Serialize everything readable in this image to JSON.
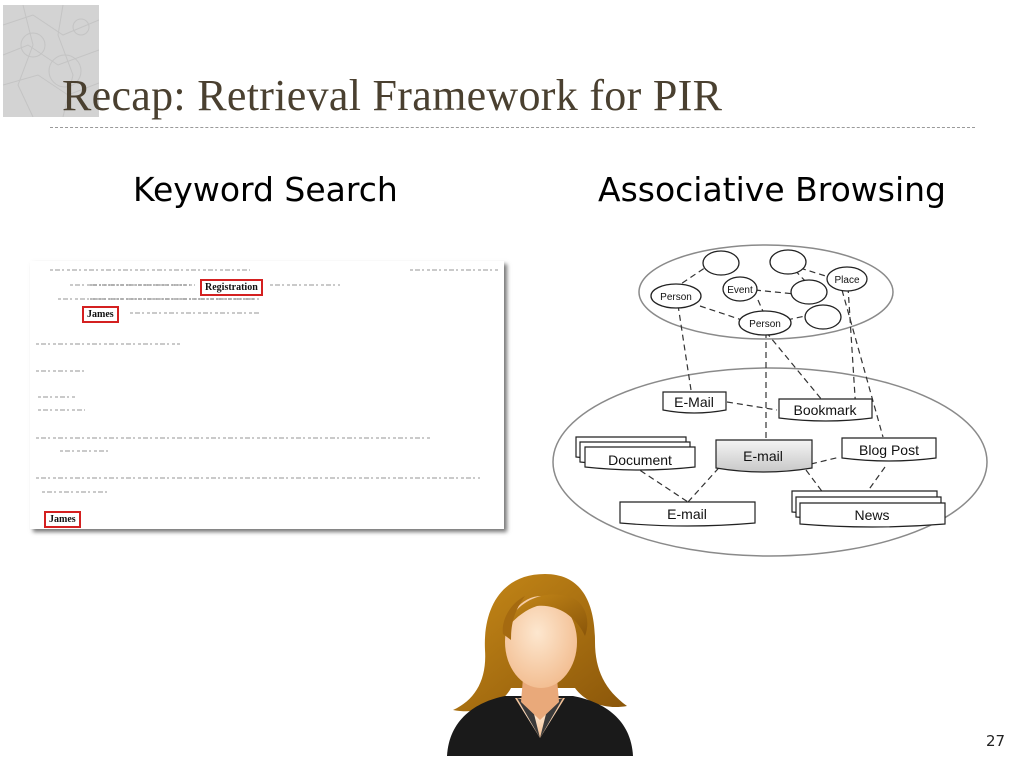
{
  "slide": {
    "title": "Recap: Retrieval Framework for PIR",
    "page_number": "27"
  },
  "keyword_search": {
    "heading": "Keyword Search",
    "highlights": [
      "Registration",
      "James",
      "James"
    ]
  },
  "associative_browsing": {
    "heading": "Associative Browsing",
    "concepts": {
      "place": "Place",
      "event": "Event",
      "person_1": "Person",
      "person_2": "Person"
    },
    "documents": {
      "email_top": "E-Mail",
      "bookmark": "Bookmark",
      "document": "Document",
      "email_center": "E-mail",
      "blog_post": "Blog Post",
      "email_bottom": "E-mail",
      "news": "News"
    }
  }
}
